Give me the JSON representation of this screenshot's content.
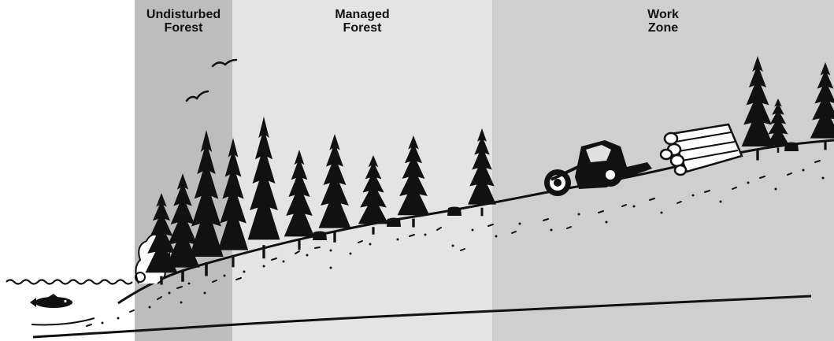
{
  "zones": [
    {
      "id": "undisturbed",
      "line1": "Undisturbed",
      "line2": "Forest",
      "color": "#bdbdbd"
    },
    {
      "id": "managed",
      "line1": "Managed",
      "line2": "Forest",
      "color": "#e4e4e4"
    },
    {
      "id": "work",
      "line1": "Work",
      "line2": "Zone",
      "color": "#cfcfcf"
    }
  ],
  "colors": {
    "ink": "#111111",
    "background": "#ffffff"
  },
  "illustration": {
    "icons": [
      "bird-icon",
      "fish-icon",
      "conifer-tree-icon",
      "log-skidder-icon",
      "log-pile-icon",
      "tree-stump-icon",
      "water-wave-icon"
    ]
  }
}
